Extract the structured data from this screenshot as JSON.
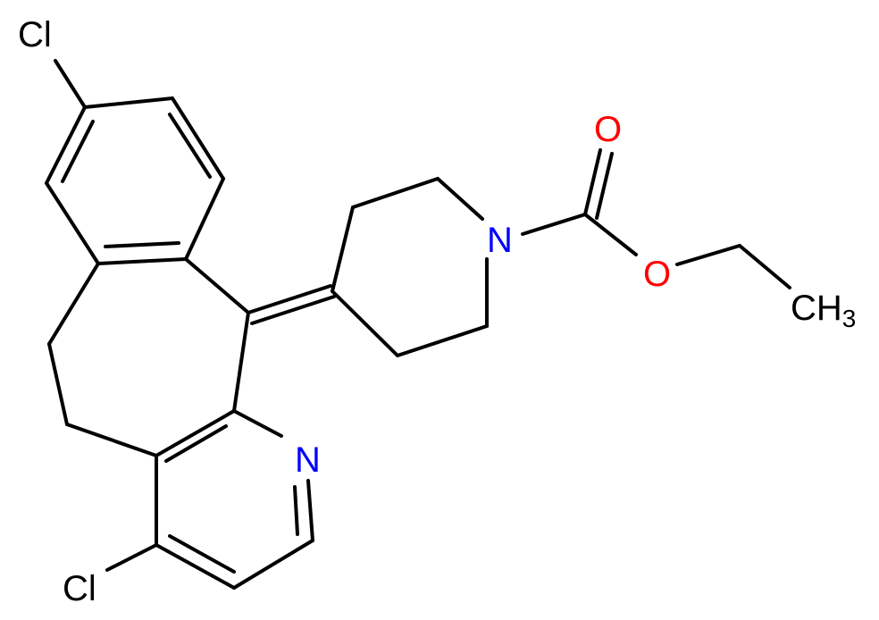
{
  "atoms": {
    "cl_top": {
      "text": "Cl",
      "color": "#000000"
    },
    "cl_bottom": {
      "text": "Cl",
      "color": "#000000"
    },
    "n_pyridine": {
      "text": "N",
      "color": "#0000ff"
    },
    "n_piperidine": {
      "text": "N",
      "color": "#0000ff"
    },
    "o_carbonyl": {
      "text": "O",
      "color": "#ff0000"
    },
    "o_ester": {
      "text": "O",
      "color": "#ff0000"
    },
    "ch3": {
      "text": "CH",
      "subscript": "3",
      "color": "#000000"
    }
  },
  "colors": {
    "bond": "#000000",
    "carbon": "#000000",
    "nitrogen": "#0000ff",
    "oxygen": "#ff0000",
    "background": "#ffffff"
  }
}
